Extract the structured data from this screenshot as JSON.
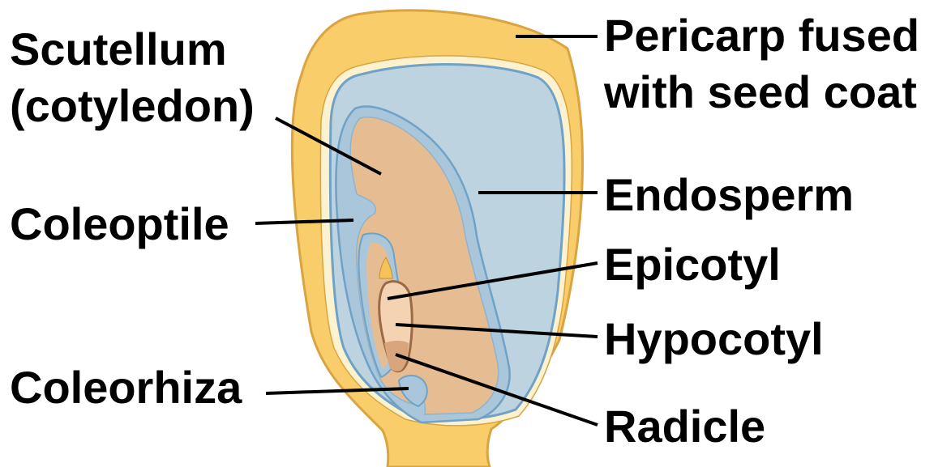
{
  "labels": {
    "scutellum_line1": "Scutellum",
    "scutellum_line2": "(cotyledon)",
    "coleoptile": "Coleoptile",
    "coleorhiza": "Coleorhiza",
    "pericarp_line1": "Pericarp fused",
    "pericarp_line2": "with seed coat",
    "endosperm": "Endosperm",
    "epicotyl": "Epicotyl",
    "hypocotyl": "Hypocotyl",
    "radicle": "Radicle"
  },
  "colors": {
    "pericarp": "#f8cd6a",
    "pericarp_edge": "#d9a441",
    "seed_coat_rim": "#fdf2cf",
    "endosperm": "#bdd3e0",
    "endosperm_edge": "#6fa2c6",
    "embryo": "#e6bd93",
    "epicotyl_tip": "#f4c35a",
    "axis": "#f3d3b1",
    "axis_outline": "#9b6a45",
    "leader": "#000000"
  }
}
